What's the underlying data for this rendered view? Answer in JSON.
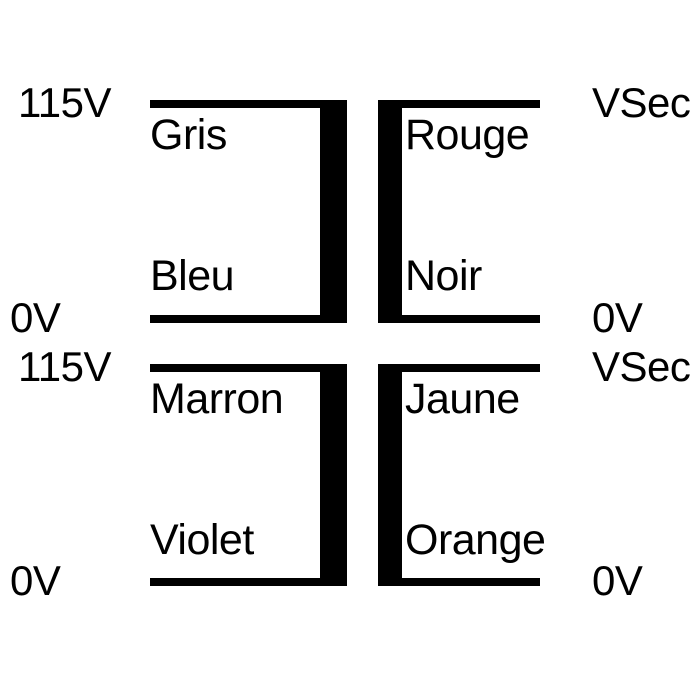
{
  "diagram": {
    "type": "transformer-winding-schematic",
    "description": "Transformer primary and secondary winding connection diagram with colour-coded leads",
    "colors": {
      "stroke": "#000000",
      "background": "#ffffff"
    },
    "windings": [
      {
        "id": "primary-top",
        "side": "primary",
        "position": "top-left",
        "top_lead": {
          "label": "Gris",
          "voltage": "115V"
        },
        "bottom_lead": {
          "label": "Bleu",
          "voltage": "0V"
        }
      },
      {
        "id": "secondary-top",
        "side": "secondary",
        "position": "top-right",
        "top_lead": {
          "label": "Rouge",
          "voltage": "VSec"
        },
        "bottom_lead": {
          "label": "Noir",
          "voltage": "0V"
        }
      },
      {
        "id": "primary-bottom",
        "side": "primary",
        "position": "bottom-left",
        "top_lead": {
          "label": "Marron",
          "voltage": "115V"
        },
        "bottom_lead": {
          "label": "Violet",
          "voltage": "0V"
        }
      },
      {
        "id": "secondary-bottom",
        "side": "secondary",
        "position": "bottom-right",
        "top_lead": {
          "label": "Jaune",
          "voltage": "VSec"
        },
        "bottom_lead": {
          "label": "Orange",
          "voltage": "0V"
        }
      }
    ],
    "wire_labels": {
      "gris": "Gris",
      "bleu": "Bleu",
      "rouge": "Rouge",
      "noir": "Noir",
      "marron": "Marron",
      "violet": "Violet",
      "jaune": "Jaune",
      "orange": "Orange"
    },
    "voltage_labels": {
      "primary_top_high": "115V",
      "primary_top_low": "0V",
      "primary_bottom_high": "115V",
      "primary_bottom_low": "0V",
      "secondary_top_high": "VSec",
      "secondary_top_low": "0V",
      "secondary_bottom_high": "VSec",
      "secondary_bottom_low": "0V"
    }
  }
}
